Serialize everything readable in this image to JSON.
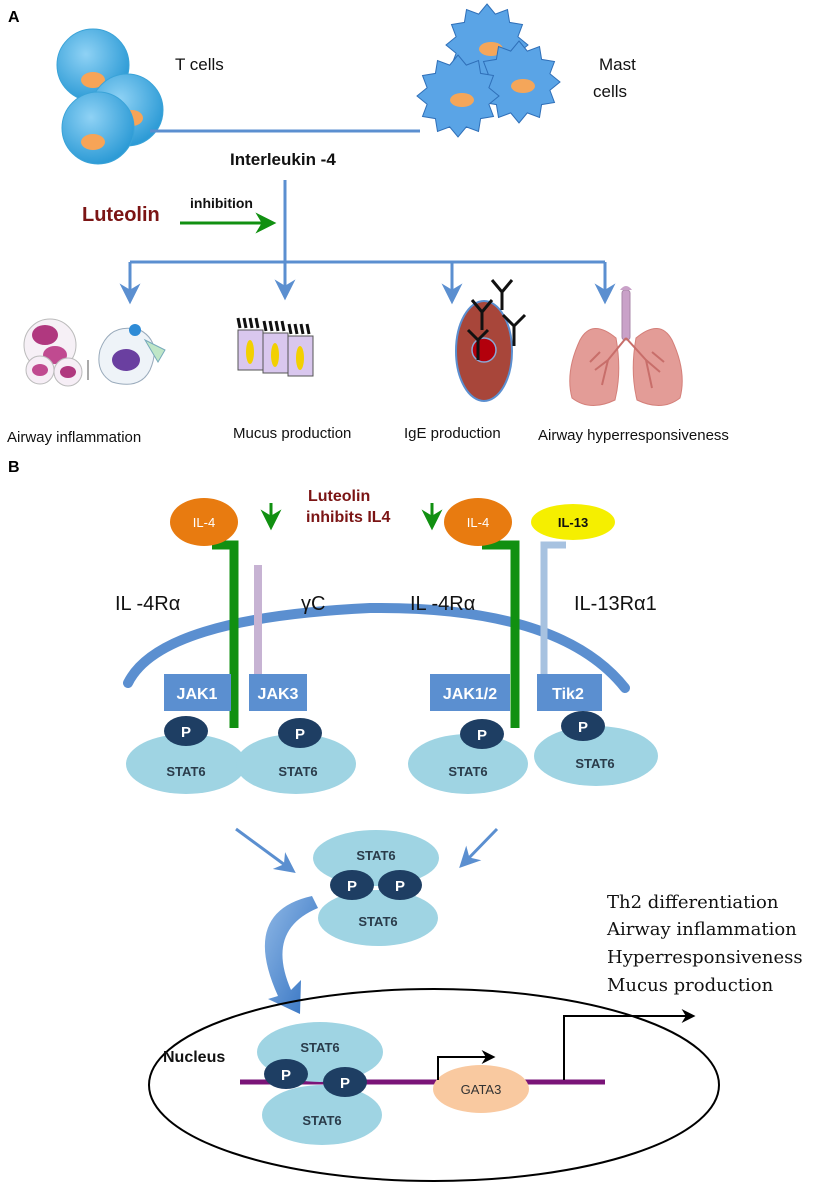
{
  "panel_a": {
    "panel_label": "A",
    "t_cells_label": "T cells",
    "mast_cells_label_line1": "Mast",
    "mast_cells_label_line2": "cells",
    "cytokine_label": "Interleukin -4",
    "inhibitor_label": "Luteolin",
    "inhibition_label": "inhibition",
    "outcomes": [
      "Airway inflammation",
      "Mucus production",
      "IgE production",
      "Airway hyperresponsiveness"
    ]
  },
  "panel_b": {
    "panel_label": "B",
    "il4_left": "IL-4",
    "il4_right": "IL-4",
    "il13": "IL-13",
    "luteolin_line1": "Luteolin",
    "luteolin_line2": "inhibits IL4",
    "receptor_il4ra_left": "IL -4Rα",
    "receptor_gc": "γC",
    "receptor_il4ra_right": "IL -4Rα",
    "receptor_il13ra1": "IL-13Rα1",
    "jak1": "JAK1",
    "jak3": "JAK3",
    "jak12": "JAK1/2",
    "tik2": "Tik2",
    "phospho": "P",
    "stat6": "STAT6",
    "nucleus_label": "Nucleus",
    "gata3": "GATA3",
    "effects": [
      "Th2 differentiation",
      "Airway inflammation",
      "Hyperresponsiveness",
      "Mucus production"
    ]
  },
  "colors": {
    "arrow_blue": "#5b8fd0",
    "receptor_green": "#119011",
    "luteolin_red": "#7b1414",
    "cell_blue": "#5aa4e6",
    "nucleus_orange": "#f4a65a",
    "stat_fill": "#9fd4e3",
    "p_fill": "#1e3e63",
    "jak_fill": "#5b8fd0",
    "il4_fill": "#e87b10",
    "il13_fill": "#f5ef00",
    "gata3_fill": "#f9c9a0",
    "dna_purple": "#7a1478",
    "gc_lilac": "#c7b3d3",
    "il13r_blue": "#a7c2e0",
    "lung_pink": "#e39c97"
  },
  "icons": [
    "t-cell-icon",
    "mast-cell-icon",
    "immune-cells-icon",
    "epithelial-cells-icon",
    "b-cell-icon",
    "antibody-icon",
    "lung-icon"
  ]
}
